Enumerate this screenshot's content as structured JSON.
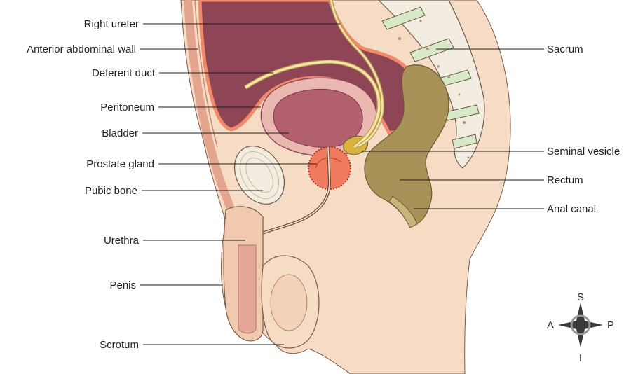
{
  "labels_left": [
    "Right ureter",
    "Anterior abdominal wall",
    "Deferent duct",
    "Peritoneum",
    "Bladder",
    "Prostate gland",
    "Pubic bone",
    "Urethra",
    "Penis",
    "Scrotum"
  ],
  "labels_right": [
    "Sacrum",
    "Seminal vesicle",
    "Rectum",
    "Anal canal"
  ],
  "compass": {
    "superior": "S",
    "inferior": "I",
    "anterior": "A",
    "posterior": "P"
  },
  "colors": {
    "skin": "#f6dcc4",
    "skin_shadow": "#e9c2a6",
    "cavity": "#8e4656",
    "cavity_edge": "#f08a6a",
    "bladder": "#b2606e",
    "bladder_wall": "#eab8b0",
    "prostate": "#ef7a5e",
    "rectum": "#a89258",
    "duct": "#f4e6a2",
    "bone": "#f2ede0",
    "vertebra_disc": "#d8e9c8"
  }
}
